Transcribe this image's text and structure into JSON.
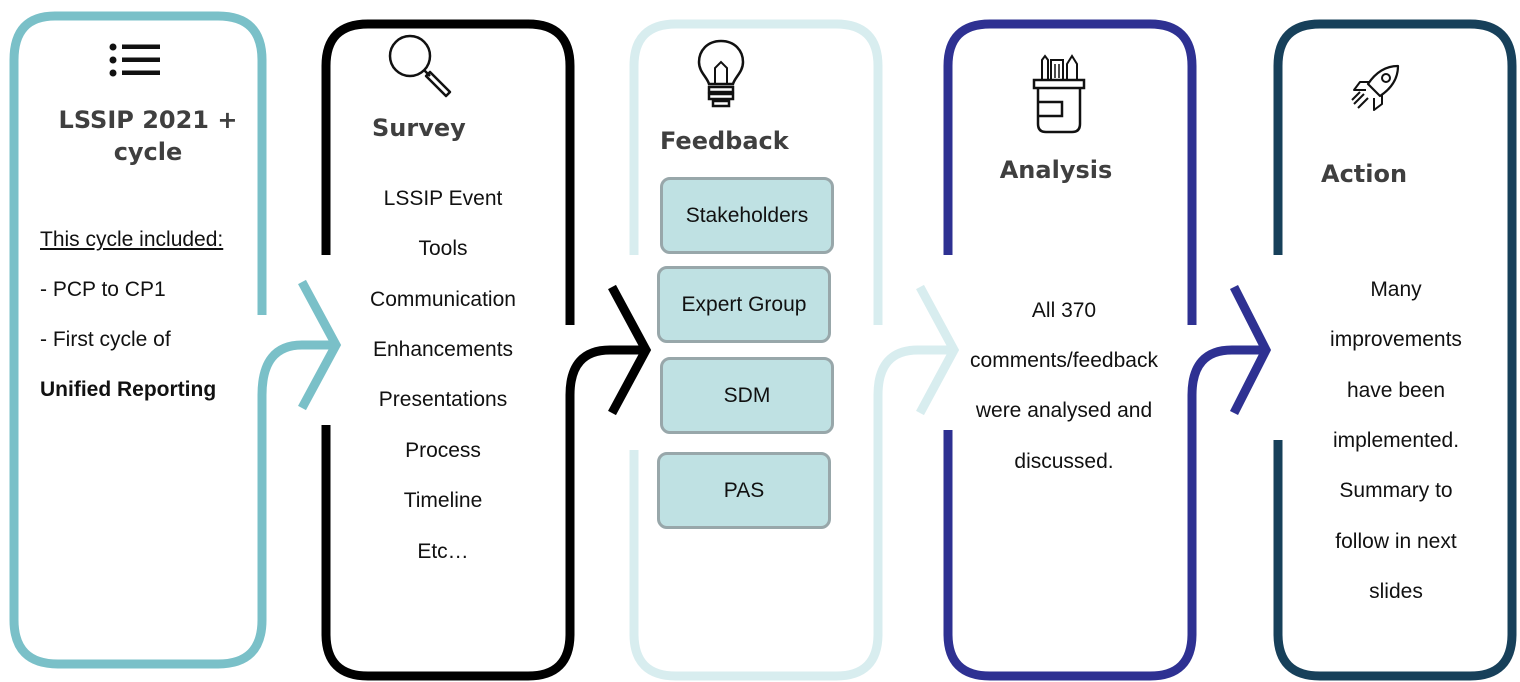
{
  "stages": [
    {
      "id": "cycle",
      "title_line1": "LSSIP 2021 +",
      "title_line2": "cycle",
      "icon": "list-icon",
      "intro": "This cycle included:",
      "item1": "- PCP to CP1",
      "item2": "- First cycle of",
      "item3": "Unified Reporting",
      "color": "#7ac0c8"
    },
    {
      "id": "survey",
      "title": "Survey",
      "icon": "magnifier-icon",
      "items": [
        "LSSIP Event",
        "Tools",
        "Communication",
        "Enhancements",
        "Presentations",
        "Process",
        "Timeline",
        "Etc…"
      ],
      "color": "#000000"
    },
    {
      "id": "feedback",
      "title": "Feedback",
      "icon": "lightbulb-icon",
      "boxes": [
        "Stakeholders",
        "Expert Group",
        "SDM",
        "PAS"
      ],
      "color": "#d8edef",
      "box_fill": "#bfe1e3"
    },
    {
      "id": "analysis",
      "title": "Analysis",
      "icon": "pencil-cup-icon",
      "lines": [
        "All 370",
        "comments/feedback",
        "were analysed and",
        "discussed."
      ],
      "color": "#2e3192"
    },
    {
      "id": "action",
      "title": "Action",
      "icon": "rocket-icon",
      "lines": [
        "Many",
        "improvements",
        "have been",
        "implemented.",
        "Summary to",
        "follow in next",
        "slides"
      ],
      "color": "#17405a"
    }
  ]
}
